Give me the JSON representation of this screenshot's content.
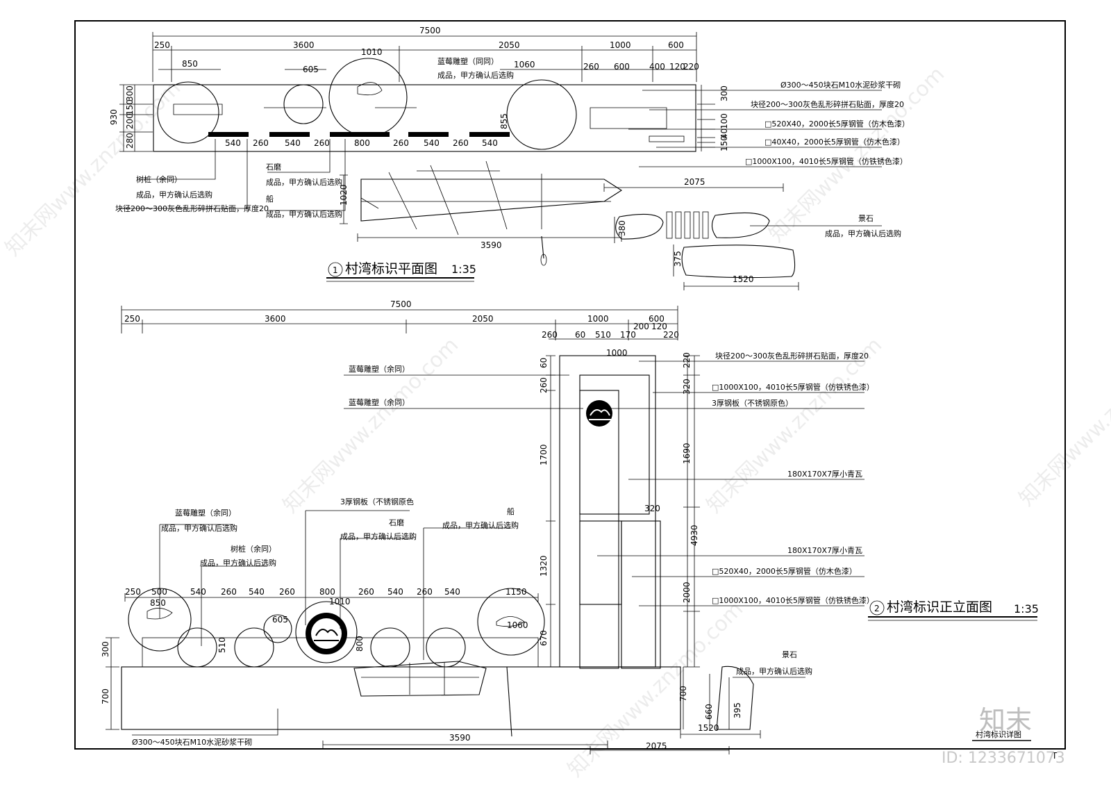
{
  "plan": {
    "title": "村湾标识平面图",
    "scale": "1:35",
    "dims_top": [
      "7500",
      "250",
      "3600",
      "2050",
      "1000",
      "600",
      "850",
      "605",
      "1010",
      "1060",
      "260",
      "600",
      "400",
      "120",
      "220"
    ],
    "dims_left": [
      "930",
      "300",
      "150",
      "200",
      "280"
    ],
    "dims_small": [
      "540",
      "260",
      "540",
      "260",
      "800",
      "260",
      "540",
      "260",
      "540"
    ],
    "dims_right": [
      "300",
      "100",
      "40",
      "150",
      "100",
      "40"
    ],
    "dim_855": "855",
    "dim_1020": "1020",
    "dim_3590": "3590",
    "dim_2075": "2075",
    "dim_380": "380",
    "dim_375": "375",
    "dim_1520": "1520",
    "notes": {
      "berry": "蓝莓雕塑（同同）",
      "product": "成品，甲方确认后选购",
      "stump": "树桩（余同）",
      "stump_product": "成品，甲方确认后选购",
      "stone_finish": "块径200～300灰色乱形碎拼石贴面，厚度20",
      "millstone": "石磨",
      "millstone_product": "成品，甲方确认后选购",
      "boat": "船",
      "boat_product": "成品，甲方确认后选购",
      "rock": "景石",
      "rock_product": "成品，甲方确认后选购"
    },
    "right_notes": [
      "Ø300～450块石M10水泥砂浆干砌",
      "块径200～300灰色乱形碎拼石贴面，厚度20",
      "□520X40，2000长5厚钢管（仿木色漆）",
      "□40X40，2000长5厚钢管（仿木色漆）",
      "□1000X100，4010长5厚钢管（仿铁锈色漆）"
    ]
  },
  "elevation": {
    "title": "村湾标识正立面图",
    "scale": "1:35",
    "dims_top": [
      "7500",
      "250",
      "3600",
      "2050",
      "1000",
      "600",
      "260",
      "60",
      "510",
      "170",
      "200",
      "120",
      "220"
    ],
    "dim_1000": "1000",
    "dims_left": [
      "60",
      "260",
      "1700",
      "1320",
      "670"
    ],
    "dims_ground": [
      "300",
      "700"
    ],
    "dims_bottom_row": [
      "250",
      "500",
      "540",
      "260",
      "540",
      "260",
      "800",
      "260",
      "540",
      "260",
      "540",
      "1150"
    ],
    "dims_circle": [
      "850",
      "605",
      "1010",
      "1060",
      "510",
      "800"
    ],
    "dims_right": [
      "220",
      "320",
      "1690",
      "4930",
      "2000"
    ],
    "dim_320": "320",
    "dims_base": [
      "700",
      "660",
      "395"
    ],
    "dim_3590": "3590",
    "dim_1520": "1520",
    "dim_2075": "2075",
    "left_notes": [
      "蓝莓雕塑（余同）",
      "蓝莓雕塑（余同）"
    ],
    "right_notes": [
      "块径200～300灰色乱形碎拼石贴面，厚度20",
      "□1000X100，4010长5厚钢管（仿铁锈色漆）",
      "3厚钢板（不锈钢原色）",
      "180X170X7厚小青瓦",
      "180X170X7厚小青瓦",
      "□520X40，2000长5厚钢管（仿木色漆）",
      "□1000X100，4010长5厚钢管（仿铁锈色漆）"
    ],
    "notes": {
      "berry": "蓝莓雕塑（余同）",
      "berry_product": "成品，甲方确认后选购",
      "stump": "树桩（余同）",
      "stump_product": "成品，甲方确认后选购",
      "steel": "3厚钢板（不锈钢原色",
      "millstone": "石磨",
      "millstone_product": "成品，甲方确认后选购",
      "boat": "船",
      "boat_product": "成品，甲方确认后选购",
      "rock": "景石",
      "rock_product": "成品，甲方确认后选购",
      "masonry": "Ø300～450块石M10水泥砂浆干砌"
    }
  },
  "sheet": {
    "drawing_name": "村湾标识详图",
    "sheet_no": "T",
    "logo": "知末",
    "id_text": "ID: 1233671073",
    "watermark": "知末网www.znzmo.com"
  }
}
